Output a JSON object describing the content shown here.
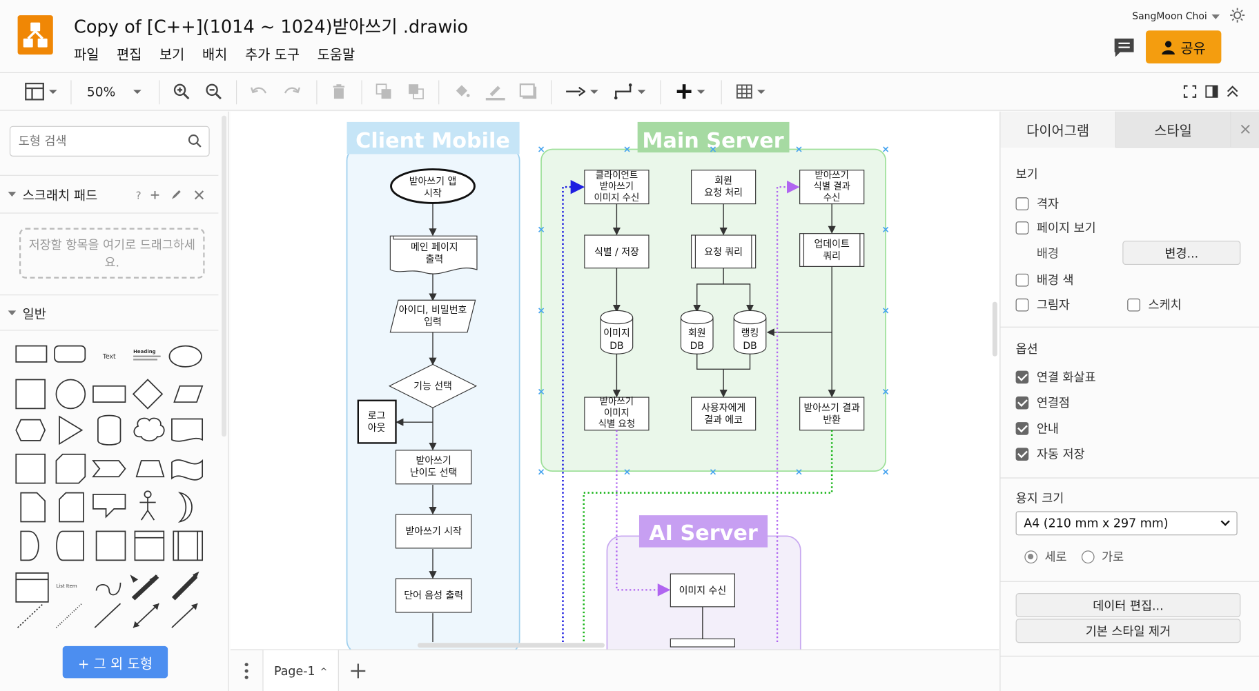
{
  "app": {
    "title": "Copy of [C++](1014 ~ 1024)받아쓰기 .drawio",
    "menu": [
      "파일",
      "편집",
      "보기",
      "배치",
      "추가 도구",
      "도움말"
    ],
    "user": "SangMoon Choi",
    "share_label": "공유",
    "accent": "#f08705"
  },
  "toolbar": {
    "zoom": "50%",
    "icons": [
      "format-panel-icon",
      "zoom-in-icon",
      "zoom-out-icon",
      "undo-icon",
      "redo-icon",
      "delete-icon",
      "to-front-icon",
      "to-back-icon",
      "fill-color-icon",
      "line-color-icon",
      "shadow-icon",
      "connection-icon",
      "waypoints-icon",
      "insert-icon",
      "table-icon",
      "fullscreen-icon",
      "format-toggle-icon",
      "collapse-icon"
    ]
  },
  "left": {
    "search_placeholder": "도형 검색",
    "scratchpad_title": "스크래치 패드",
    "scratchpad_hint": "저장할 항목을 여기로 드래그하세요.",
    "general_title": "일반",
    "more_shapes": "+ 그 외 도형"
  },
  "diagram": {
    "lanes": [
      {
        "title": "Client Mobile",
        "color": "#cde8f7"
      },
      {
        "title": "Main Server",
        "color": "#d5efd3"
      },
      {
        "title": "AI Server",
        "color": "#e8ddf7"
      }
    ],
    "client": {
      "start": "받아쓰기 앱\n시작",
      "main_page": "메인 페이지\n출력",
      "login_input": "아이디, 비밀번호\n입력",
      "choose": "기능 선택",
      "logout": "로그\n아웃",
      "difficulty": "받아쓰기\n난이도 선택",
      "begin": "받아쓰기 시작",
      "speak": "단어 음성 출력"
    },
    "main": {
      "receive_img": "클라이언트\n받아쓰기\n이미지 수신",
      "member_req": "회원\n요청 처리",
      "result_recv": "받아쓰기\n식별 결과\n수신",
      "identify_store": "식별 / 저장",
      "request_query": "요청 쿼리",
      "update_query": "업데이트\n쿼리",
      "image_db": "이미지\nDB",
      "member_db": "회원\nDB",
      "ranking_db": "랭킹\nDB",
      "identify_req": "받아쓰기\n이미지\n식별 요청",
      "echo": "사용자에게\n결과 에코",
      "return_result": "받아쓰기 결과\n반환"
    },
    "ai": {
      "receive": "이미지 수신"
    }
  },
  "page_tab": "Page-1",
  "right": {
    "tab_diagram": "다이어그램",
    "tab_style": "스타일",
    "view_title": "보기",
    "grid": "격자",
    "page_view": "페이지 보기",
    "background": "배경",
    "change": "변경...",
    "bg_color": "배경 색",
    "shadow": "그림자",
    "sketch": "스케치",
    "options_title": "옵션",
    "connection_arrows": "연결 화살표",
    "connection_points": "연결점",
    "guides": "안내",
    "autosave": "자동 저장",
    "paper_title": "용지 크기",
    "paper_value": "A4 (210 mm x 297 mm)",
    "portrait": "세로",
    "landscape": "가로",
    "edit_data": "데이터 편집...",
    "clear_style": "기본 스타일 제거"
  }
}
